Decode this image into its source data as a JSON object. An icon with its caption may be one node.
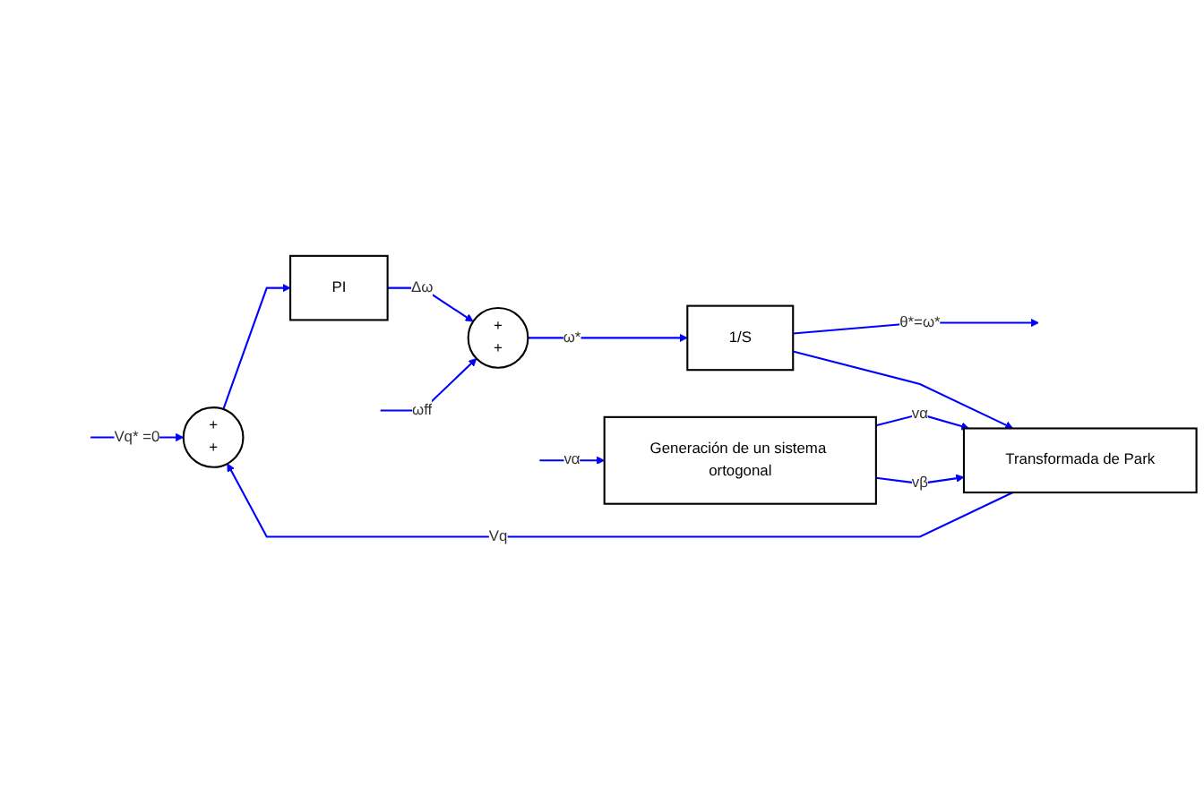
{
  "diagram": {
    "nodes": [
      {
        "text": [
          "+",
          "+"
        ]
      },
      {
        "text": [
          "PI"
        ]
      },
      {
        "text": [
          "+",
          "+"
        ]
      },
      {
        "text": [
          "1/S"
        ]
      },
      {
        "text": [
          "Transformada de Park"
        ]
      },
      {
        "text": [
          "Generación de un sistema ortogonal"
        ]
      }
    ],
    "edges": [
      {
        "from": null,
        "to": 0,
        "arrow": "to",
        "label": "Vq* =0"
      },
      {
        "from": 0,
        "to": 1,
        "arrow": "to"
      },
      {
        "from": 1,
        "to": 2,
        "arrow": "to",
        "label": "Δω"
      },
      {
        "from": null,
        "to": 2,
        "arrow": "to",
        "label": "ωff"
      },
      {
        "from": 2,
        "to": 3,
        "arrow": "to",
        "label": "ω*"
      },
      {
        "from": 3,
        "to": null,
        "arrow": "to",
        "label": "θ*=ω*"
      },
      {
        "from": 3,
        "to": 4,
        "arrow": "to"
      },
      {
        "from": 4,
        "to": 0,
        "arrow": "to",
        "label": "Vq"
      },
      {
        "from": null,
        "to": 5,
        "arrow": "to",
        "label": "vα"
      },
      {
        "from": 5,
        "to": 4,
        "arrow": "to",
        "label": "vα"
      },
      {
        "from": 5,
        "to": 4,
        "arrow": "to",
        "label": "vβ"
      }
    ]
  }
}
